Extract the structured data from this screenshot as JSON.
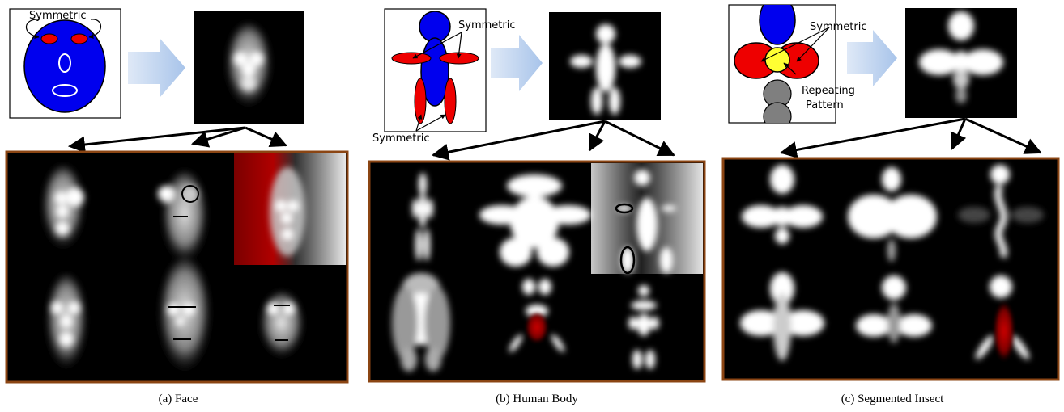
{
  "annotations": {
    "symmetric": "Symmetric",
    "repeating_line1": "Repeating",
    "repeating_line2": "Pattern"
  },
  "panels": [
    {
      "id": "a",
      "caption": "(a) Face"
    },
    {
      "id": "b",
      "caption": "(b) Human Body"
    },
    {
      "id": "c",
      "caption": "(c) Segmented Insect"
    }
  ],
  "colors": {
    "frame": "#8b4513",
    "part_blue": "#0000ee",
    "part_red": "#ee0000",
    "part_yellow": "#ffff33",
    "part_gray": "#7f7f7f",
    "arrow_fill": "#c9daf2",
    "dark_red": "#9b0000"
  }
}
